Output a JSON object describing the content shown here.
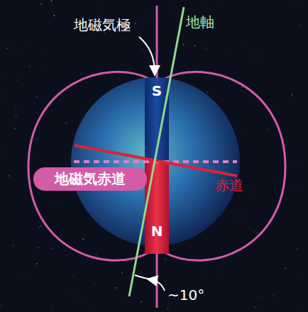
{
  "diagram": {
    "nodes": [
      {
        "text": [
          "S"
        ]
      },
      {
        "text": [
          "N"
        ]
      },
      {
        "text": [
          "地磁気赤道"
        ]
      }
    ],
    "labels": [
      "地磁気極",
      "地軸",
      "赤道",
      "~10°"
    ]
  }
}
